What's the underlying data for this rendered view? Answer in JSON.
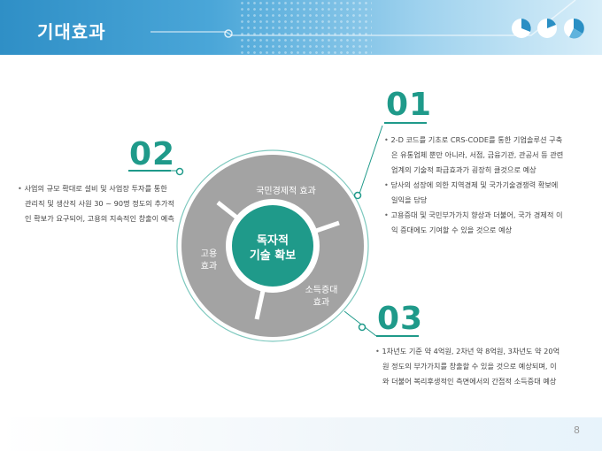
{
  "header": {
    "title": "기대효과"
  },
  "page_number": "8",
  "center": {
    "line1": "독자적",
    "line2": "기술 확보"
  },
  "segments": {
    "top": "국민경제적 효과",
    "left_line1": "고용",
    "left_line2": "효과",
    "right_line1": "소득증대",
    "right_line2": "효과"
  },
  "section_01": {
    "number": "01",
    "bullets": [
      "2-D 코드를 기초로 CRS-CODE를 통한 기업솔루션 구축은 유통업체 뿐만 아니라, 서점, 금융기관, 관공서 등 관련업계의 기술적 파급효과가 굉장히 클것으로 예상",
      "당사의 성장에 의한 지역경제 및 국가기술경쟁력 확보에 일익을 담당",
      "고용증대 및 국민부가가치 향상과 더불어, 국가 경제적 이익 증대에도 기여할 수 있을 것으로 예상"
    ]
  },
  "section_02": {
    "number": "02",
    "bullets": [
      "사업의 규모 확대로 설비 및 사업장 투자를 통한 관리직 및 생산직 사원 30 ~ 90명 정도의 추가적인 확보가 요구되어, 고용의 지속적인 창출이 예측"
    ]
  },
  "section_03": {
    "number": "03",
    "bullets": [
      "1차년도 기준 약 4억원, 2차년 약 8억원, 3차년도 약 20억원 정도의 부가가치를 창출할 수 있을 것으로 예상되며, 이와 더불어 복리후생적인 측면에서의 간접적 소득증대 예상"
    ]
  },
  "colors": {
    "accent": "#1f9a8a",
    "ring": "#a3a3a3",
    "header": "#3a9bd0"
  }
}
